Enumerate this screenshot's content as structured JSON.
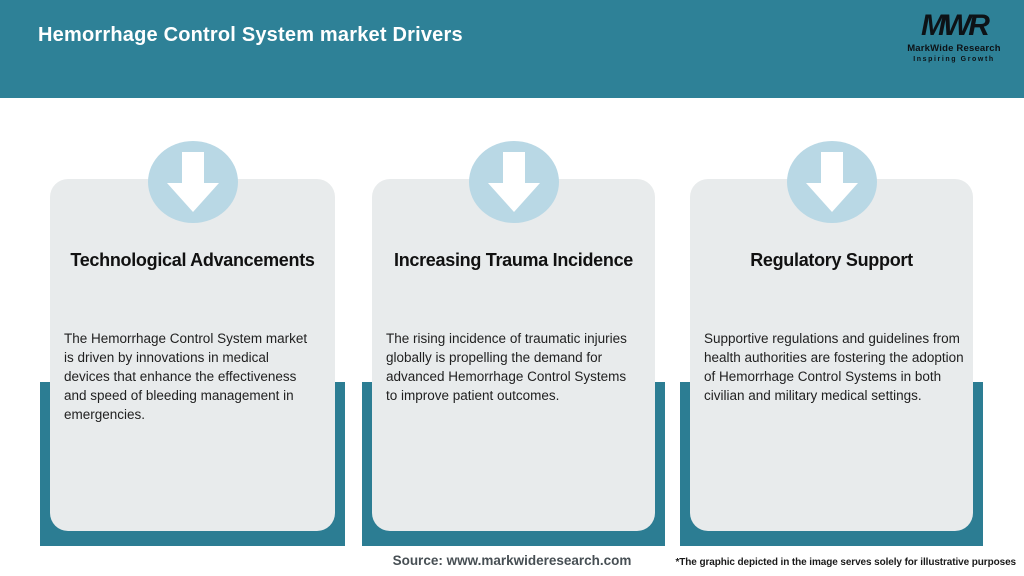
{
  "header": {
    "title": "Hemorrhage Control System market Drivers",
    "logo": {
      "monogram": "MWR",
      "name": "MarkWide Research",
      "tagline": "Inspiring Growth"
    }
  },
  "cards": [
    {
      "title": "Technological Advancements",
      "body": "The Hemorrhage Control System market\nis driven by innovations in medical\ndevices that enhance the effectiveness\nand speed of bleeding management in\nemergencies.",
      "icon": "down-arrow-icon"
    },
    {
      "title": "Increasing Trauma Incidence",
      "body": "The rising incidence of traumatic injuries\nglobally is propelling the demand for\nadvanced Hemorrhage Control Systems\nto improve patient outcomes.",
      "icon": "down-arrow-icon"
    },
    {
      "title": "Regulatory Support",
      "body": "Supportive regulations and guidelines from\nhealth authorities are fostering the adoption\nof Hemorrhage Control Systems in both\ncivilian and military medical settings.",
      "icon": "down-arrow-icon"
    }
  ],
  "footer": {
    "source": "Source: www.markwideresearch.com",
    "disclaimer": "*The graphic depicted in the image serves solely for illustrative purposes"
  },
  "colors": {
    "header_teal": "#2E8197",
    "band_teal": "#2C7D93",
    "card_bg": "#E8EBEC",
    "circle_blue": "#B9D8E5"
  }
}
